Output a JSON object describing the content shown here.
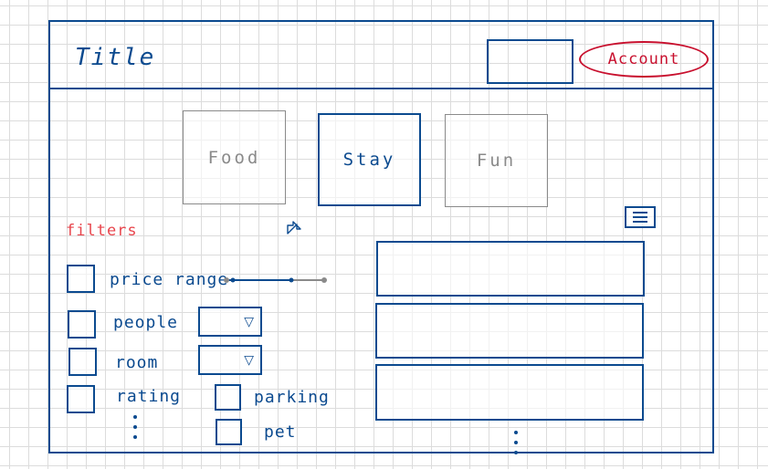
{
  "header": {
    "title": "Title",
    "account_label": "Account"
  },
  "categories": [
    {
      "label": "Food",
      "active": false
    },
    {
      "label": "Stay",
      "active": true
    },
    {
      "label": "Fun",
      "active": false
    }
  ],
  "filters": {
    "heading": "filters",
    "price_range_label": "price range",
    "people_label": "people",
    "room_label": "room",
    "rating_label": "rating",
    "parking_label": "parking",
    "pet_label": "pet",
    "dropdown_arrow": "▽"
  },
  "results": {
    "count_shown": 3
  },
  "icons": [
    "cursor-icon",
    "list-view-icon",
    "more-vertical-dots-icon"
  ],
  "colors": {
    "ink": "#0b4a8f",
    "accent_red": "#c8102e",
    "filters_red": "#e8454c",
    "inactive_gray": "#8a8a8a"
  }
}
